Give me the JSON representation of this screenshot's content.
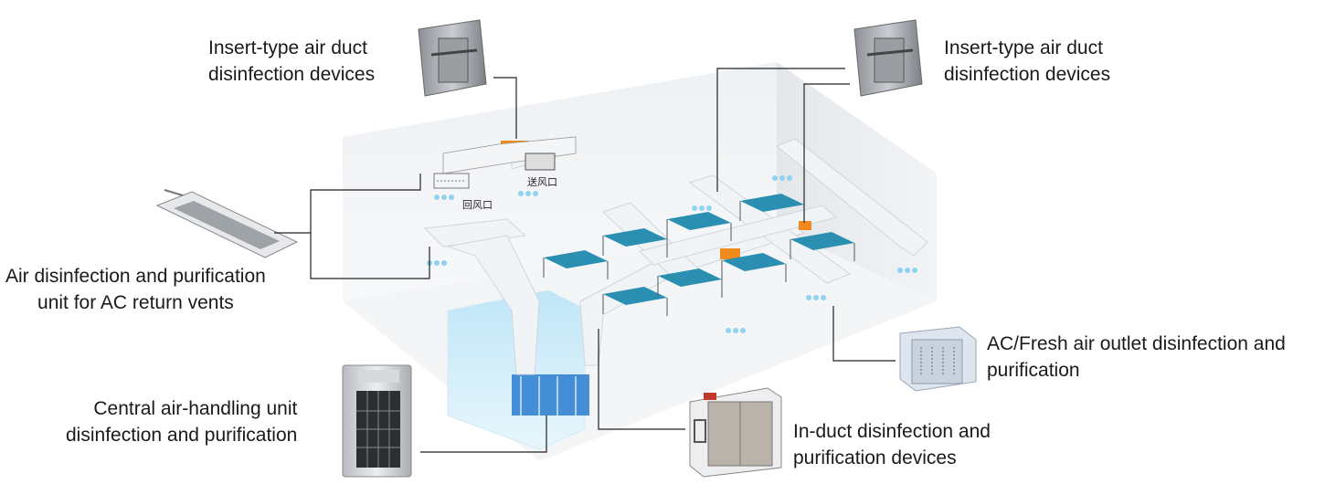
{
  "labels": {
    "duct_top_left": {
      "line1": "Insert-type air duct",
      "line2": "disinfection devices"
    },
    "duct_top_right": {
      "line1": "Insert-type air duct",
      "line2": "disinfection devices"
    },
    "return_vent": {
      "line1": "Air disinfection and purification",
      "line2": "unit for AC return vents"
    },
    "ahu": {
      "line1": "Central air-handling unit",
      "line2": "disinfection and purification"
    },
    "in_duct": {
      "line1": "In-duct disinfection and",
      "line2": "purification devices"
    },
    "outlet": {
      "line1": "AC/Fresh air outlet disinfection and",
      "line2": "purification"
    }
  },
  "inset": {
    "return_label": "回风口",
    "supply_label": "送风口"
  },
  "colors": {
    "leader": "#222222",
    "duct": "#f1f4f7",
    "accent_orange": "#f08a1c",
    "water_blue": "#8fd3f0",
    "bed_teal": "#2a8fb0",
    "ahu_blue": "#2f7fd0"
  }
}
